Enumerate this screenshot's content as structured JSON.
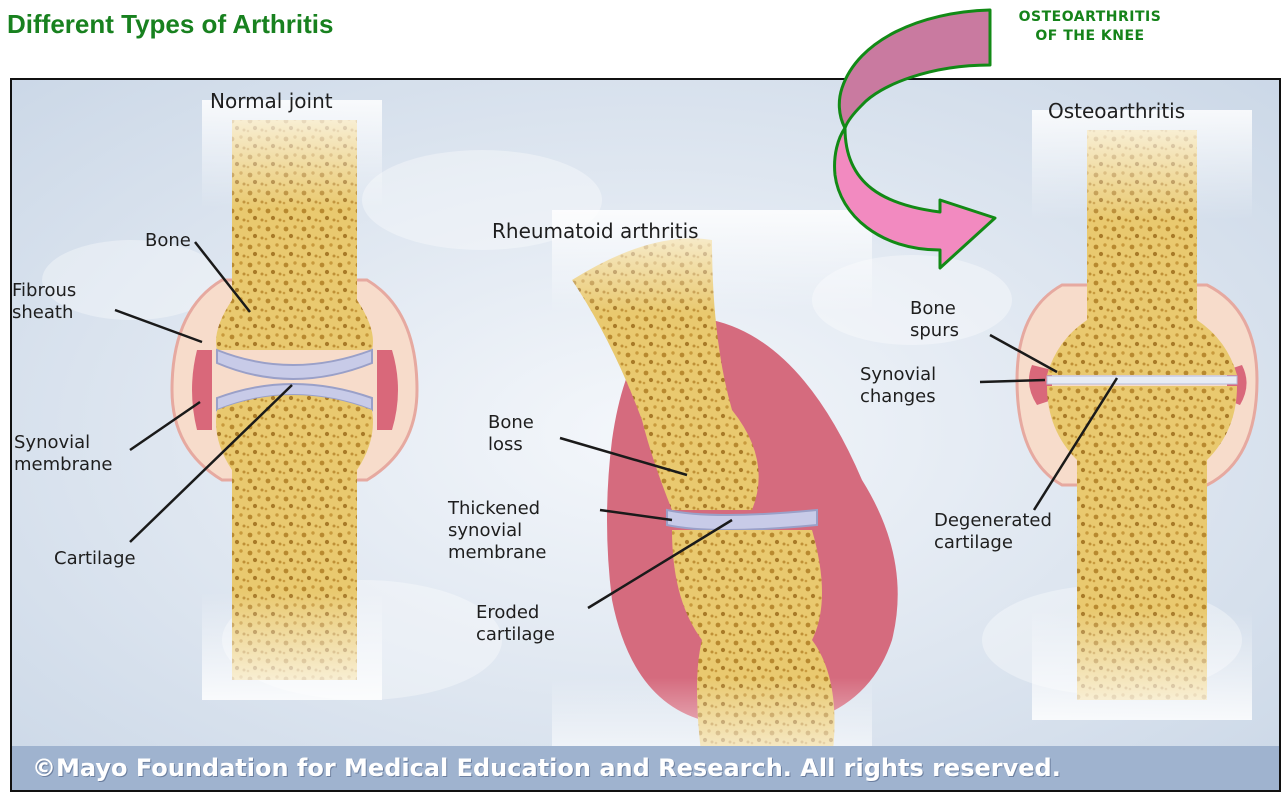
{
  "page": {
    "title": "Different Types of Arthritis",
    "callout": [
      "OSTEOARTHRITIS",
      "OF THE KNEE"
    ]
  },
  "diagram": {
    "panels": {
      "normal": "Normal joint",
      "rheumatoid": "Rheumatoid arthritis",
      "osteo": "Osteoarthritis"
    },
    "labels": {
      "normal_bone": "Bone",
      "normal_fibrous_1": "Fibrous",
      "normal_fibrous_2": "sheath",
      "normal_synovial_1": "Synovial",
      "normal_synovial_2": "membrane",
      "normal_cartilage": "Cartilage",
      "ra_boneloss_1": "Bone",
      "ra_boneloss_2": "loss",
      "ra_thick_1": "Thickened",
      "ra_thick_2": "synovial",
      "ra_thick_3": "membrane",
      "ra_eroded_1": "Eroded",
      "ra_eroded_2": "cartilage",
      "oa_spurs_1": "Bone",
      "oa_spurs_2": "spurs",
      "oa_synchanges_1": "Synovial",
      "oa_synchanges_2": "changes",
      "oa_degen_1": "Degenerated",
      "oa_degen_2": "cartilage"
    },
    "footer": "©Mayo Foundation for Medical Education and Research.  All rights reserved."
  },
  "colors": {
    "title": "#18811f",
    "bone": "#e4c26a",
    "synovium": "#d9687a",
    "cartilage": "#c8cbe8",
    "arrow_dark": "#c97aa0",
    "arrow_light": "#f28ac0",
    "arrow_outline": "#128a16",
    "footer_bg": "#9fb3cf"
  }
}
